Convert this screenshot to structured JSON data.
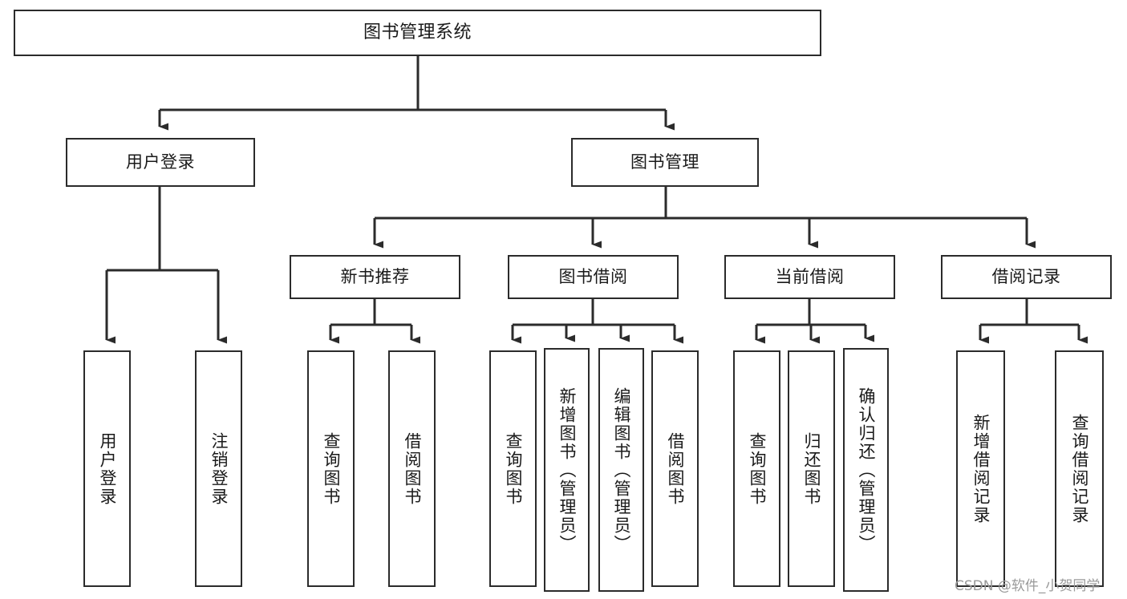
{
  "diagram": {
    "type": "tree-hierarchy",
    "title": "图书管理系统",
    "orientation": "top-down",
    "line_color": "#2b2b2b",
    "box_fill": "#ffffff",
    "text_color": "#1a1a1a",
    "root": {
      "label": "图书管理系统"
    },
    "level1": [
      {
        "label": "用户登录"
      },
      {
        "label": "图书管理"
      }
    ],
    "level2": [
      {
        "label": "新书推荐"
      },
      {
        "label": "图书借阅"
      },
      {
        "label": "当前借阅"
      },
      {
        "label": "借阅记录"
      }
    ],
    "leaves": {
      "user_login": [
        {
          "label": "用户登录"
        },
        {
          "label": "注销登录"
        }
      ],
      "new_book_recommend": [
        {
          "label": "查询图书"
        },
        {
          "label": "借阅图书"
        }
      ],
      "book_borrow": [
        {
          "label": "查询图书"
        },
        {
          "label": "新增图书（管理员）"
        },
        {
          "label": "编辑图书（管理员）"
        },
        {
          "label": "借阅图书"
        }
      ],
      "current_borrow": [
        {
          "label": "查询图书"
        },
        {
          "label": "归还图书"
        },
        {
          "label": "确认归还（管理员）"
        }
      ],
      "borrow_records": [
        {
          "label": "新增借阅记录"
        },
        {
          "label": "查询借阅记录"
        }
      ]
    }
  },
  "watermark": {
    "text": "CSDN @软件_小贺同学"
  }
}
